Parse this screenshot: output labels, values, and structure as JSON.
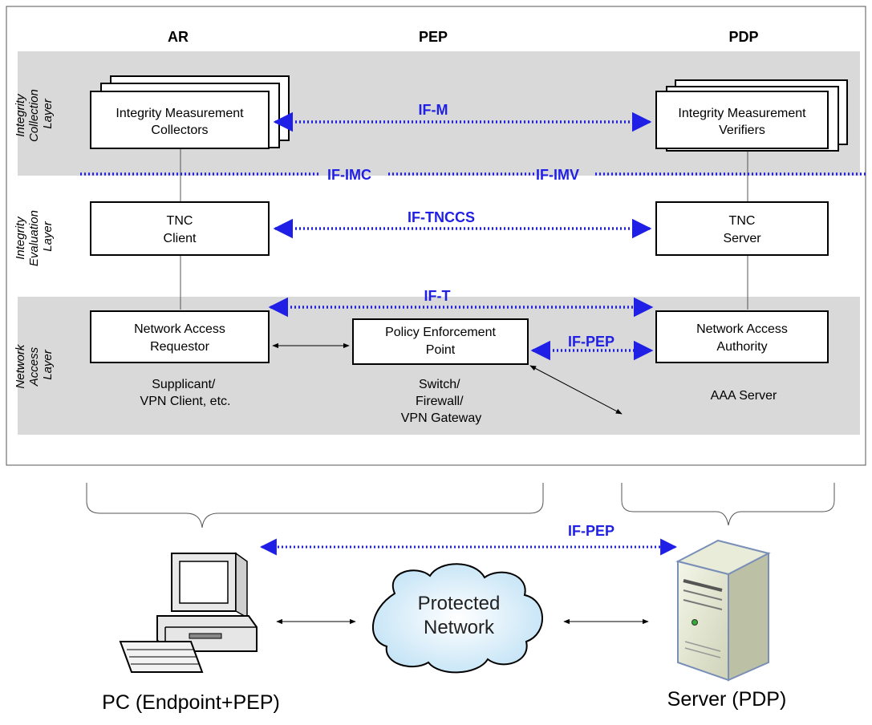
{
  "columns": {
    "ar": "AR",
    "pep": "PEP",
    "pdp": "PDP"
  },
  "layers": {
    "collection": [
      "Integrity",
      "Collection",
      "Layer"
    ],
    "evaluation": [
      "Integrity",
      "Evaluation",
      "Layer"
    ],
    "access": [
      "Network",
      "Access",
      "Layer"
    ]
  },
  "boxes": {
    "imc": [
      "Integrity Measurement",
      "Collectors"
    ],
    "imv": [
      "Integrity Measurement",
      "Verifiers"
    ],
    "tnc_client": [
      "TNC",
      "Client"
    ],
    "tnc_server": [
      "TNC",
      "Server"
    ],
    "nar": [
      "Network Access",
      "Requestor"
    ],
    "pep": [
      "Policy Enforcement",
      "Point"
    ],
    "naa": [
      "Network Access",
      "Authority"
    ]
  },
  "interfaces": {
    "if_m": "IF-M",
    "if_imc": "IF-IMC",
    "if_imv": "IF-IMV",
    "if_tnccs": "IF-TNCCS",
    "if_t": "IF-T",
    "if_pep": "IF-PEP",
    "if_pep_bottom": "IF-PEP"
  },
  "notes": {
    "supplicant": [
      "Supplicant/",
      "VPN Client, etc."
    ],
    "switch": [
      "Switch/",
      "Firewall/",
      "VPN Gateway"
    ],
    "aaa": "AAA Server"
  },
  "bottom": {
    "cloud": [
      "Protected",
      "Network"
    ],
    "pc_label": "PC (Endpoint+PEP)",
    "server_label": "Server (PDP)"
  },
  "colors": {
    "interface_blue": "#1f1fe6",
    "layer_band": "#d9d9d9"
  }
}
